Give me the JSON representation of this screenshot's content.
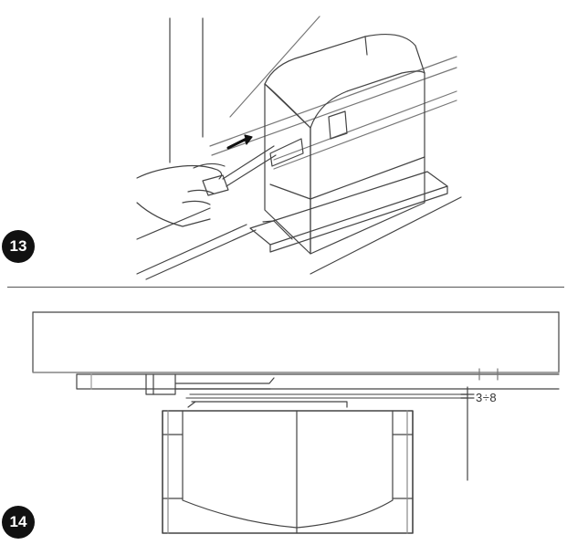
{
  "steps": [
    {
      "number": "13"
    },
    {
      "number": "14"
    }
  ],
  "figure14": {
    "dimension_label": "3÷8"
  }
}
